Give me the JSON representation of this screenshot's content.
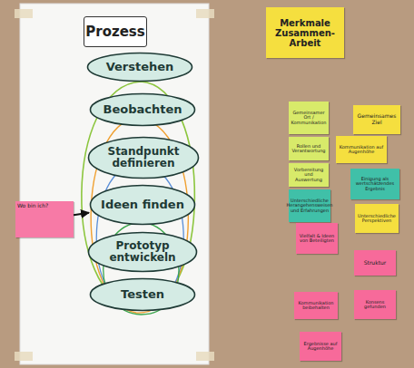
{
  "diagram": {
    "nodes": [
      {
        "text": [
          "Prozess"
        ]
      },
      {
        "text": [
          "Verstehen"
        ]
      },
      {
        "text": [
          "Beobachten"
        ]
      },
      {
        "text": [
          "Standpunkt definieren"
        ]
      },
      {
        "text": [
          "Ideen finden"
        ]
      },
      {
        "text": [
          "Prototyp entwickeln"
        ]
      },
      {
        "text": [
          "Testen"
        ]
      },
      {
        "text": [
          "Wo bin ich?"
        ]
      },
      {
        "text": [
          "Merkmale Zusammen-Arbeit"
        ]
      },
      {
        "text": [
          "Gemeinsamer Ort / Kommunikation"
        ]
      },
      {
        "text": [
          "Gemeinsames Ziel"
        ]
      },
      {
        "text": [
          "Rollen und Verantwortung"
        ]
      },
      {
        "text": [
          "Kommunikation auf Augenhöhe"
        ]
      },
      {
        "text": [
          "Vorbereitung und Auswertung"
        ]
      },
      {
        "text": [
          "Unterschiedliche Herangehensweisen und Erfahrungen"
        ]
      },
      {
        "text": [
          "Einigung als wertschätzendes Ergebnis"
        ]
      },
      {
        "text": [
          "Vielfalt & Ideen von Beteiligten"
        ]
      },
      {
        "text": [
          "Unterschiedliche Perspektiven"
        ]
      },
      {
        "text": [
          "Struktur"
        ]
      },
      {
        "text": [
          "Kommunikation beibehalten"
        ]
      },
      {
        "text": [
          "Konsens gefunden"
        ]
      },
      {
        "text": [
          "Ergebnisse auf Augenhöhe"
        ]
      }
    ],
    "edges": [
      {
        "from": 7,
        "to": 4,
        "arrow": "to"
      }
    ]
  }
}
